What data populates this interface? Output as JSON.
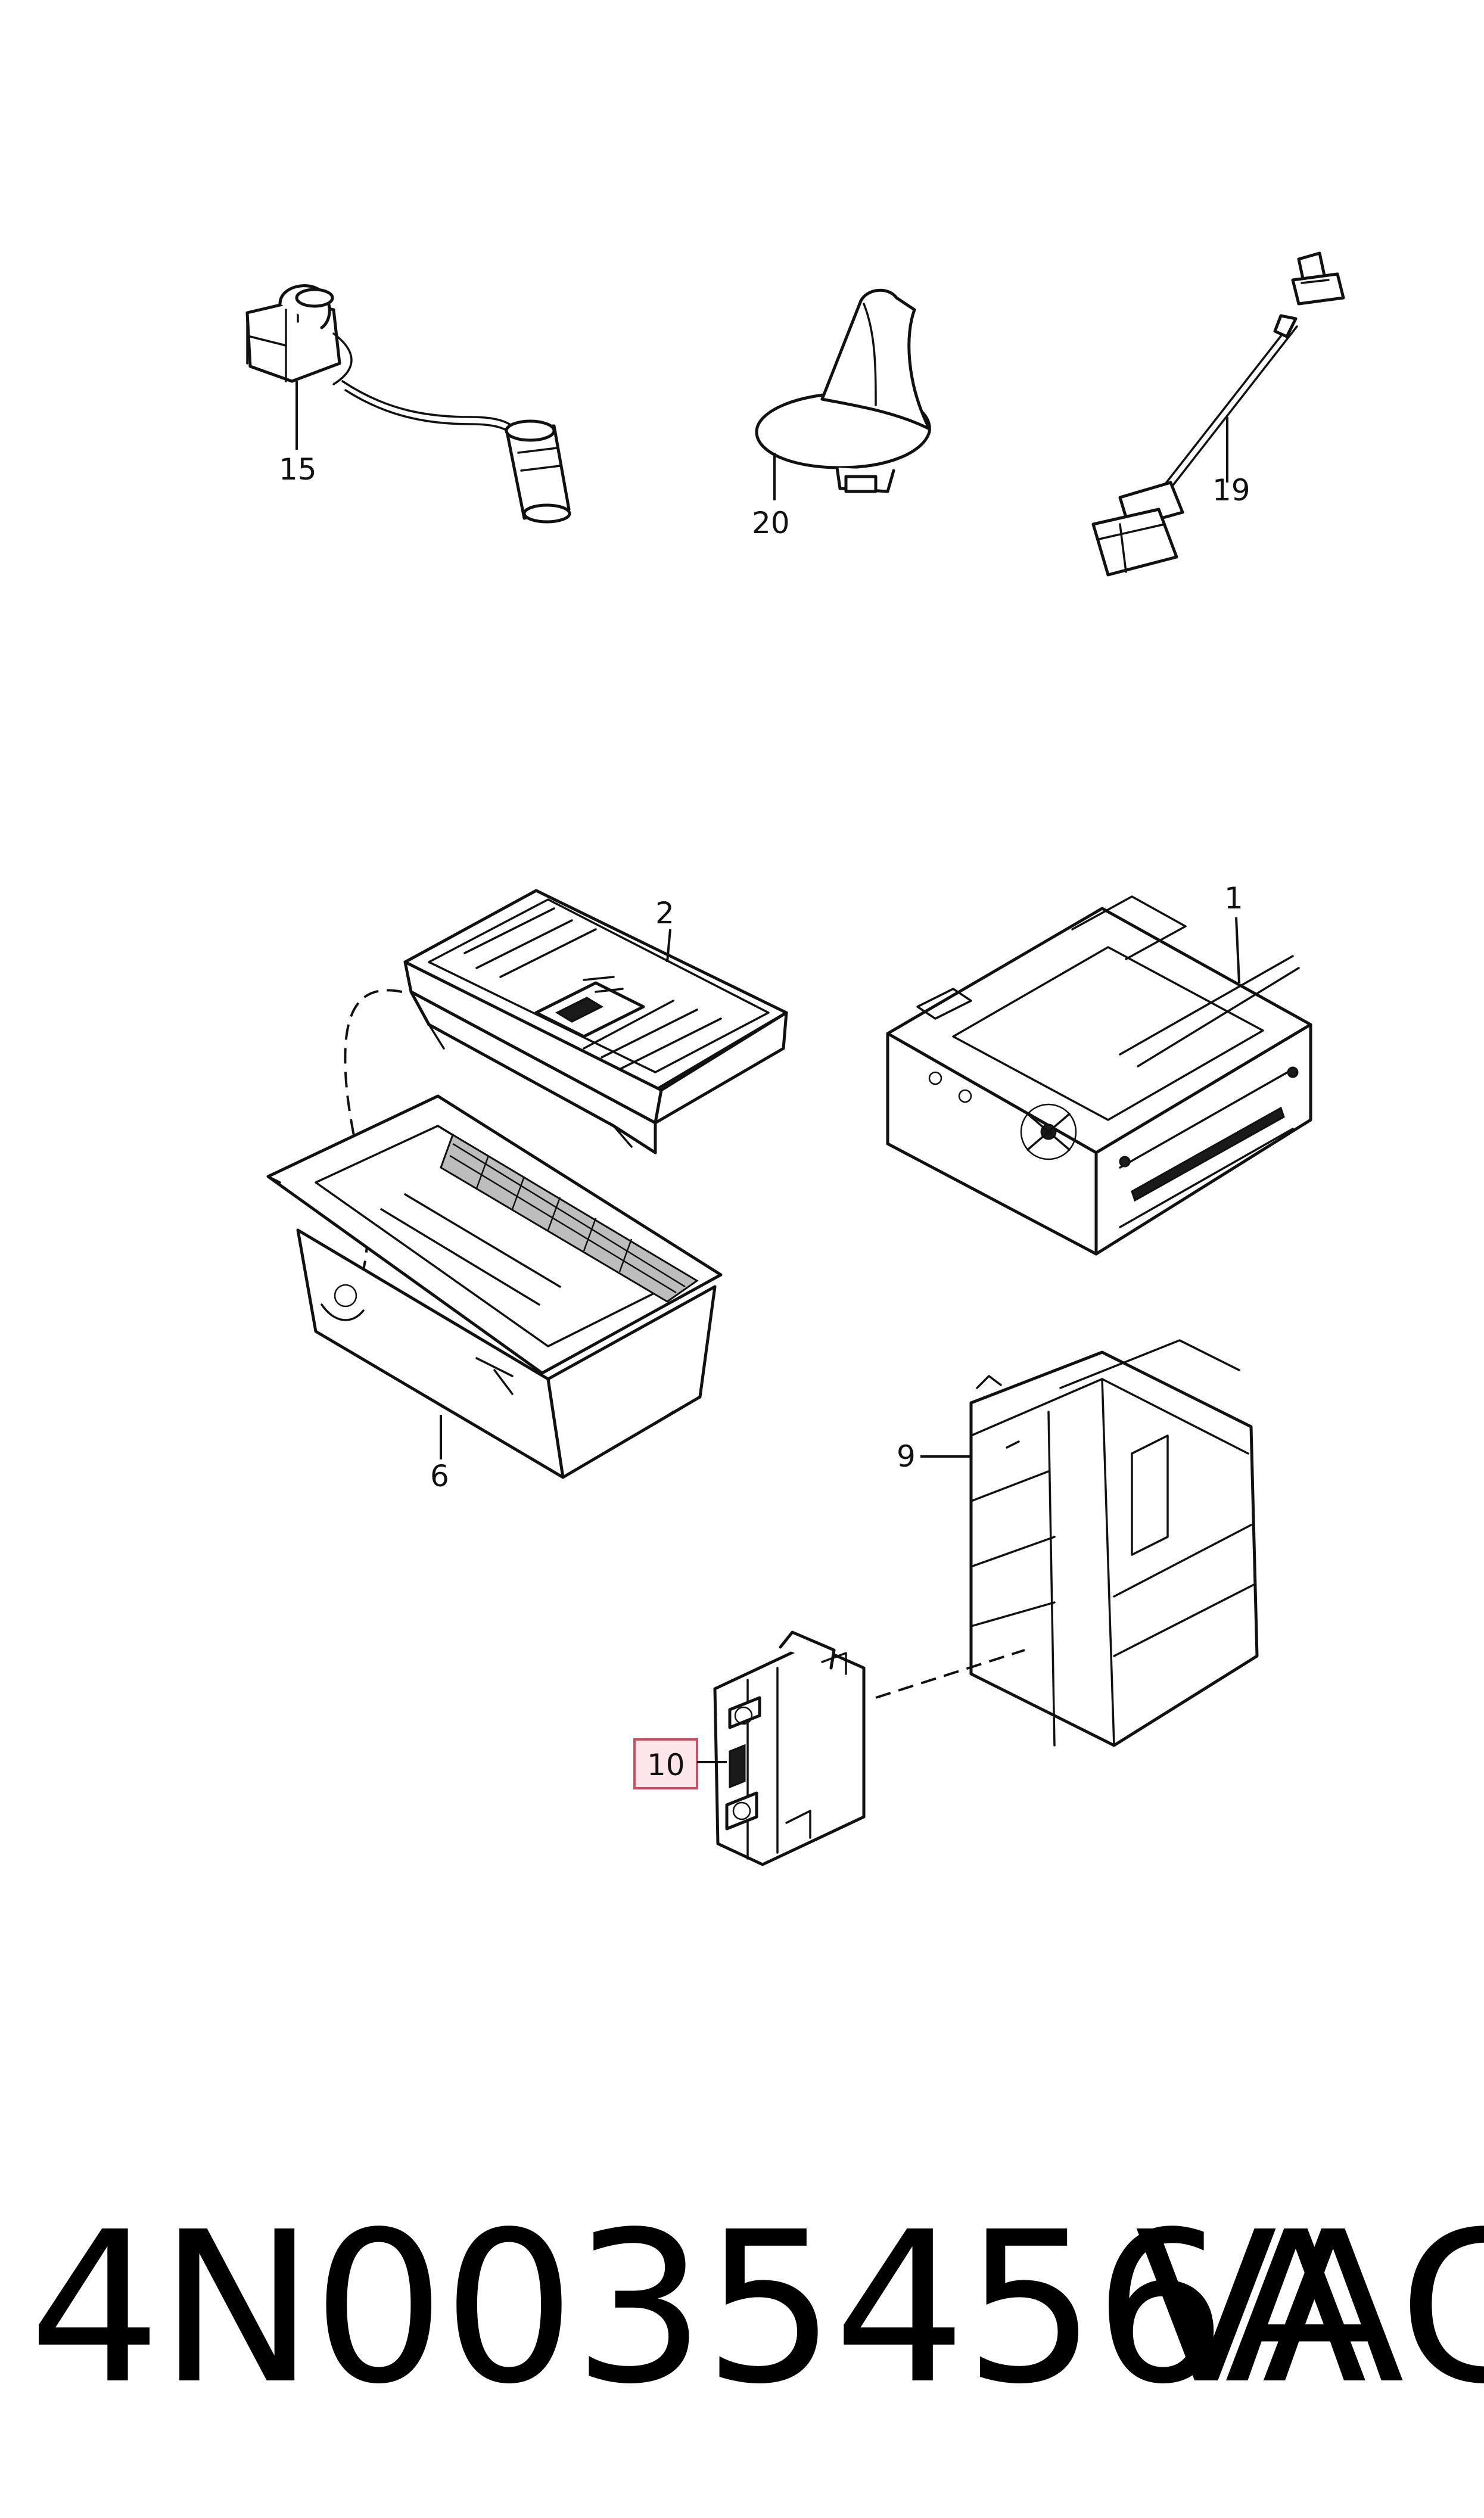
{
  "diagram": {
    "callouts": [
      {
        "id": "15",
        "label": "15"
      },
      {
        "id": "20",
        "label": "20"
      },
      {
        "id": "19",
        "label": "19"
      },
      {
        "id": "2",
        "label": "2"
      },
      {
        "id": "1",
        "label": "1"
      },
      {
        "id": "6",
        "label": "6"
      },
      {
        "id": "9",
        "label": "9"
      },
      {
        "id": "10",
        "label": "10",
        "highlighted": true
      }
    ],
    "highlight_color": "#fde6ea",
    "highlight_border": "#d24b64"
  },
  "footer": {
    "part_number": "4N0035456A",
    "brand": "VAG"
  }
}
